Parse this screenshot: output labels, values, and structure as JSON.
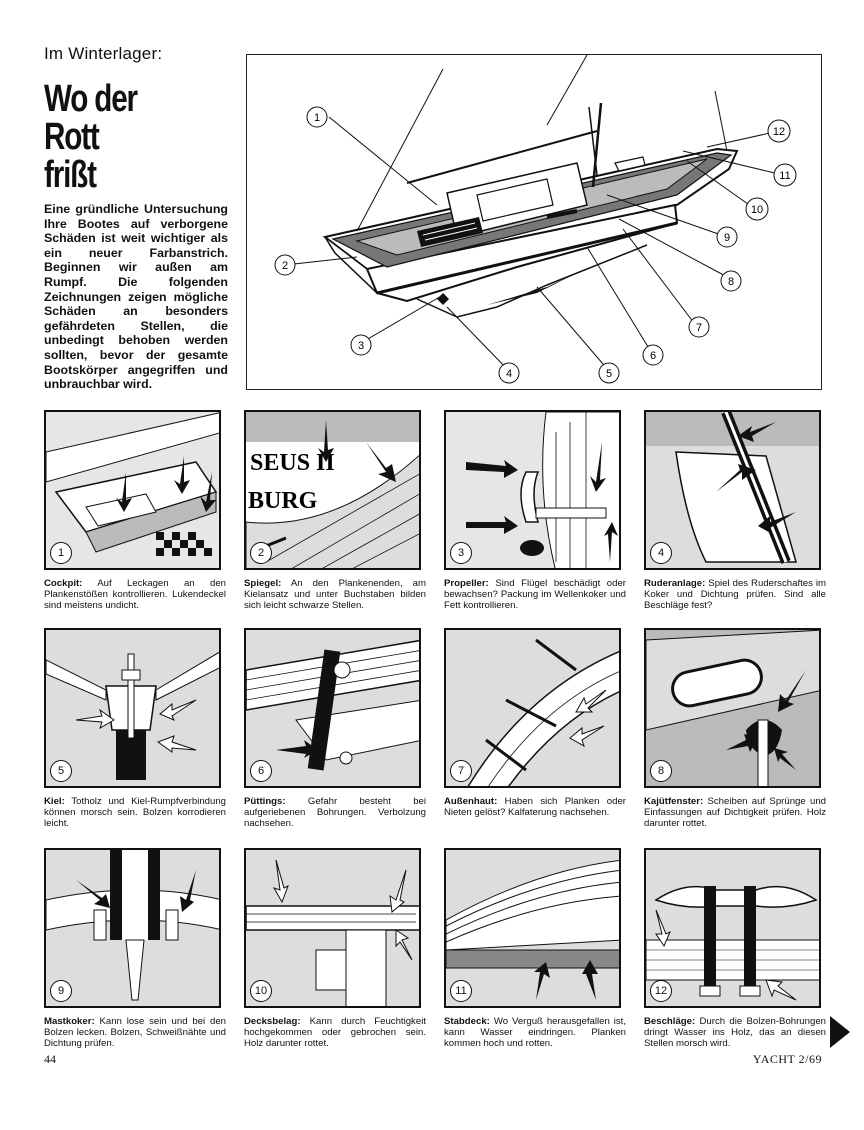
{
  "kicker": "Im Winterlager:",
  "headline": [
    "Wo der",
    "Rott",
    "frißt"
  ],
  "intro": "Eine gründliche Untersuchung Ihre Bootes auf verborgene Schäden ist weit wichtiger als ein neuer Farbanstrich. Beginnen wir außen am Rumpf. Die folgenden Zeichnungen zeigen mögliche Schäden an besonders gefährdeten Stellen, die unbedingt behoben werden sollten, bevor der gesamte Bootskörper angegriffen und unbrauchbar wird.",
  "hero_callouts": [
    "1",
    "2",
    "3",
    "4",
    "5",
    "6",
    "7",
    "8",
    "9",
    "10",
    "11",
    "12"
  ],
  "panels": [
    {
      "num": "1",
      "title": "Cockpit:",
      "text": "Auf Leckagen an den Plankenstößen kontrollieren. Lukendeckel sind meistens undicht."
    },
    {
      "num": "2",
      "title": "Spiegel:",
      "text": "An den Plankenenden, am Kielansatz und unter Buchstaben bilden sich leicht schwarze Stellen.",
      "lettering": [
        "SEUS II",
        "BURG"
      ]
    },
    {
      "num": "3",
      "title": "Propeller:",
      "text": "Sind Flügel beschädigt oder bewachsen? Packung im Wellenkoker und Fett kontrollieren."
    },
    {
      "num": "4",
      "title": "Ruderanlage:",
      "text": "Spiel des Ruderschaftes im Koker und Dichtung prüfen. Sind alle Beschläge fest?"
    },
    {
      "num": "5",
      "title": "Kiel:",
      "text": "Totholz und Kiel-Rumpfverbindung können morsch sein. Bolzen korrodieren leicht."
    },
    {
      "num": "6",
      "title": "Püttings:",
      "text": "Gefahr besteht bei aufgeriebenen Bohrungen. Verbolzung nachsehen."
    },
    {
      "num": "7",
      "title": "Außenhaut:",
      "text": "Haben sich Planken oder Nieten gelöst? Kalfaterung nachsehen."
    },
    {
      "num": "8",
      "title": "Kajütfenster:",
      "text": "Scheiben auf Sprünge und Einfassungen auf Dichtigkeit prüfen. Holz darunter rottet."
    },
    {
      "num": "9",
      "title": "Mastkoker:",
      "text": "Kann lose sein und bei den Bolzen lecken. Bolzen, Schweißnähte und Dichtung prüfen."
    },
    {
      "num": "10",
      "title": "Decksbelag:",
      "text": "Kann durch Feuchtigkeit hochgekommen oder gebrochen sein. Holz darunter rottet."
    },
    {
      "num": "11",
      "title": "Stabdeck:",
      "text": "Wo Verguß herausgefallen ist, kann Wasser eindringen. Planken kommen hoch und rotten."
    },
    {
      "num": "12",
      "title": "Beschläge:",
      "text": "Durch die Bolzen-Bohrungen dringt Wasser ins Holz, das an diesen Stellen morsch wird."
    }
  ],
  "folio": "44",
  "footer": "YACHT 2/69"
}
